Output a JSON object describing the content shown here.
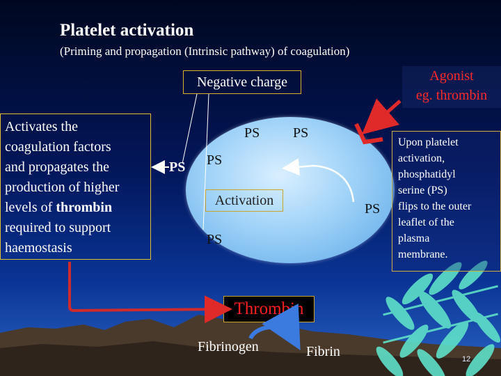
{
  "slide": {
    "title": "Platelet activation",
    "subtitle": "(Priming and propagation (Intrinsic pathway) of coagulation)",
    "negative_charge": "Negative charge",
    "agonist_line1": "Agonist",
    "agonist_line2": "eg. thrombin",
    "left_box": {
      "line1": "Activates the",
      "line2": "coagulation factors",
      "line3": "and propagates the",
      "line4": "production of higher",
      "line5_prefix": "levels of ",
      "line5_bold": "thrombin",
      "line6": "required to support",
      "line7": "haemostasis"
    },
    "ps_label": "PS",
    "activation": "Activation",
    "right_box": {
      "line1": "Upon platelet",
      "line2": "activation,",
      "line3": "phosphatidyl",
      "line4": "serine (PS)",
      "line5": "flips to the outer",
      "line6": "leaflet of the",
      "line7": "plasma",
      "line8": "membrane."
    },
    "thrombin": "Thrombin",
    "fibrinogen": "Fibrinogen",
    "fibrin": "Fibrin",
    "page_number": "12"
  },
  "colors": {
    "background_top": "#000820",
    "background_bottom": "#2a64c4",
    "accent_red": "#ff2020",
    "box_border": "#d8b22a",
    "platelet": "#9fd2f8",
    "fibrin_strand": "#5ee0c8",
    "mountains": "#4a3a2c"
  }
}
